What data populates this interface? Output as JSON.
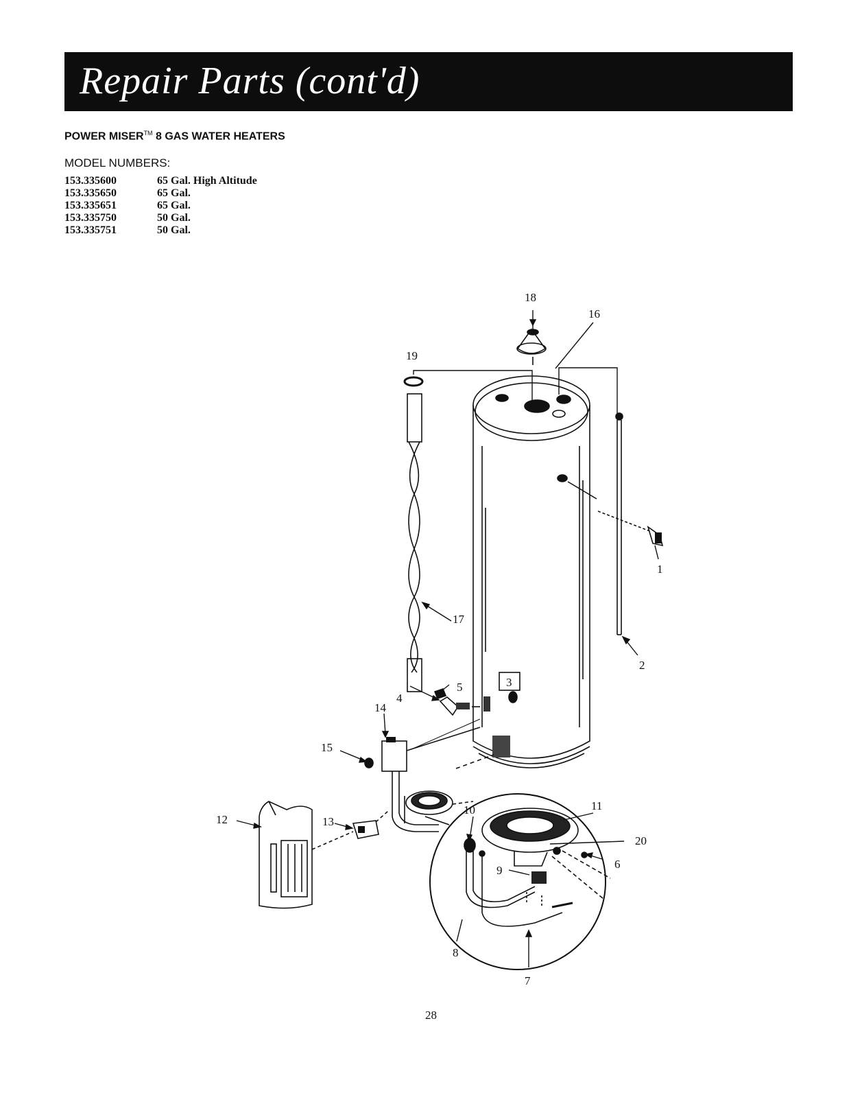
{
  "header": {
    "title": "Repair Parts (cont'd)"
  },
  "subtitle": {
    "prefix": "POWER MISER",
    "tm": "TM",
    "suffix": " 8 GAS WATER HEATERS"
  },
  "models": {
    "heading": "MODEL NUMBERS:",
    "rows": [
      {
        "number": "153.335600",
        "desc": "65 Gal. High Altitude"
      },
      {
        "number": "153.335650",
        "desc": "65 Gal."
      },
      {
        "number": "153.335651",
        "desc": "65 Gal."
      },
      {
        "number": "153.335750",
        "desc": "50 Gal."
      },
      {
        "number": "153.335751",
        "desc": "50 Gal."
      }
    ]
  },
  "diagram": {
    "callouts": [
      "1",
      "2",
      "3",
      "4",
      "5",
      "6",
      "7",
      "8",
      "9",
      "10",
      "11",
      "12",
      "13",
      "14",
      "15",
      "16",
      "17",
      "18",
      "19",
      "20"
    ]
  },
  "footer": {
    "page": "28"
  }
}
